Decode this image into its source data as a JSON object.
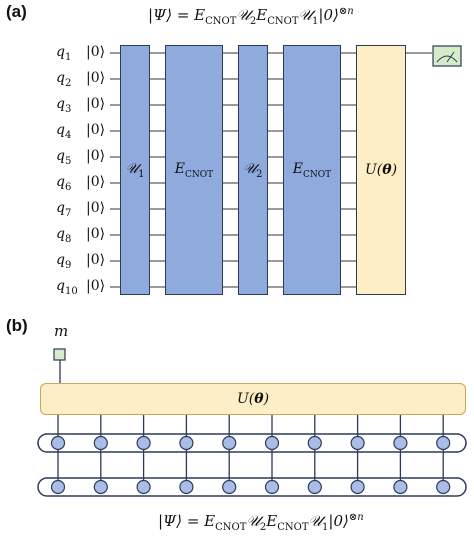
{
  "panel_a": {
    "label": "(a)",
    "formula": "|Ψ⟩ = E_CNOT 𝒰₂ E_CNOT 𝒰₁ |0⟩^⊗n",
    "qubits": [
      "q1",
      "q2",
      "q3",
      "q4",
      "q5",
      "q6",
      "q7",
      "q8",
      "q9",
      "q10"
    ],
    "initial_state": "|0⟩",
    "gates": [
      "𝒰1",
      "E_CNOT",
      "𝒰2",
      "E_CNOT",
      "U(θ)"
    ],
    "measurement": "measurement-meter-icon"
  },
  "panel_b": {
    "label": "(b)",
    "measure_label": "m",
    "unitary_label": "U(θ)",
    "rows": 2,
    "nodes_per_row": 10,
    "formula": "|Ψ⟩ = E_CNOT 𝒰₂ E_CNOT 𝒰₁ |0⟩^⊗n"
  },
  "colors": {
    "gate_blue": "#8faadc",
    "gate_yellow": "#fdeec6",
    "node_fill": "#a9bde6",
    "meter_fill": "#d6ecc9",
    "line_dark": "#2d3a58"
  }
}
